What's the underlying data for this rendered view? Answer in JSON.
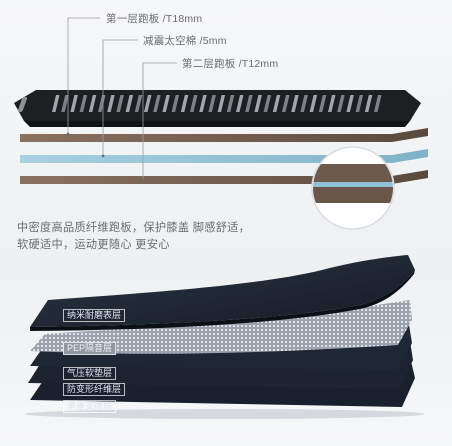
{
  "top_labels": {
    "layer1": "第一层跑板 /T18mm",
    "layer2": "减震太空棉 /5mm",
    "layer3": "第二层跑板 /T12mm"
  },
  "description": {
    "line1": "中密度高品质纤维跑板，保护膝盖 脚感舒适，",
    "line2": "软硬适中，运动更随心 更安心"
  },
  "belt_layers": {
    "l1": "纳米耐磨表层",
    "l2": "PEP隔音层",
    "l3": "气压软垫层",
    "l4": "防变形纤维层",
    "l5": "承重支撑层"
  },
  "colors": {
    "board_black": "#1e1f22",
    "wood_brown": "#7a6354",
    "foam_blue": "#93c2d6",
    "belt_dark": "#1d2633"
  }
}
